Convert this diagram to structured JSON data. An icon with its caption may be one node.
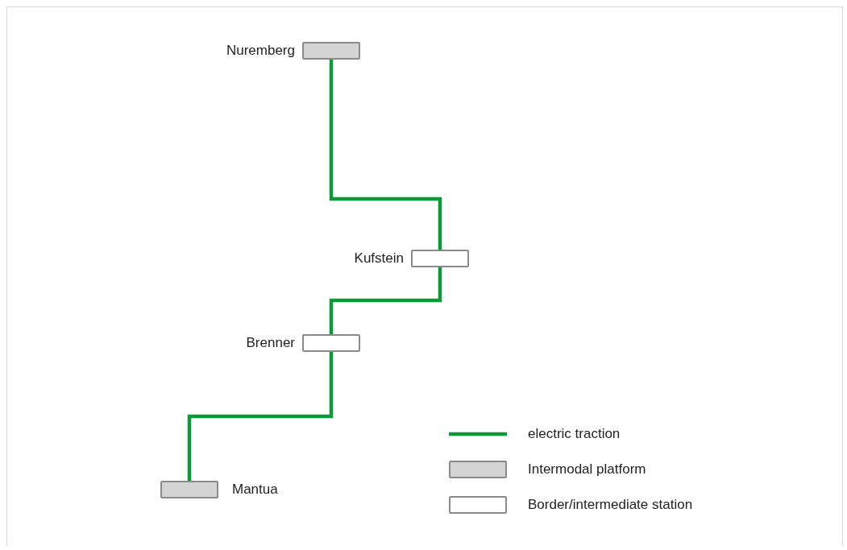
{
  "diagram": {
    "nodes": [
      {
        "text": [
          "Nuremberg"
        ]
      },
      {
        "text": [
          "Kufstein"
        ]
      },
      {
        "text": [
          "Brenner"
        ]
      },
      {
        "text": [
          "Mantua"
        ]
      }
    ],
    "edges": [
      {
        "from": 0,
        "to": 1,
        "arrow": "none"
      },
      {
        "from": 1,
        "to": 2,
        "arrow": "none"
      },
      {
        "from": 2,
        "to": 3,
        "arrow": "none"
      }
    ],
    "legend": [
      {
        "text": "electric traction"
      },
      {
        "text": "Intermodal platform",
        "color": "#d4d4d4"
      },
      {
        "text": "Border/intermediate station",
        "color": "#ffffff"
      }
    ]
  }
}
